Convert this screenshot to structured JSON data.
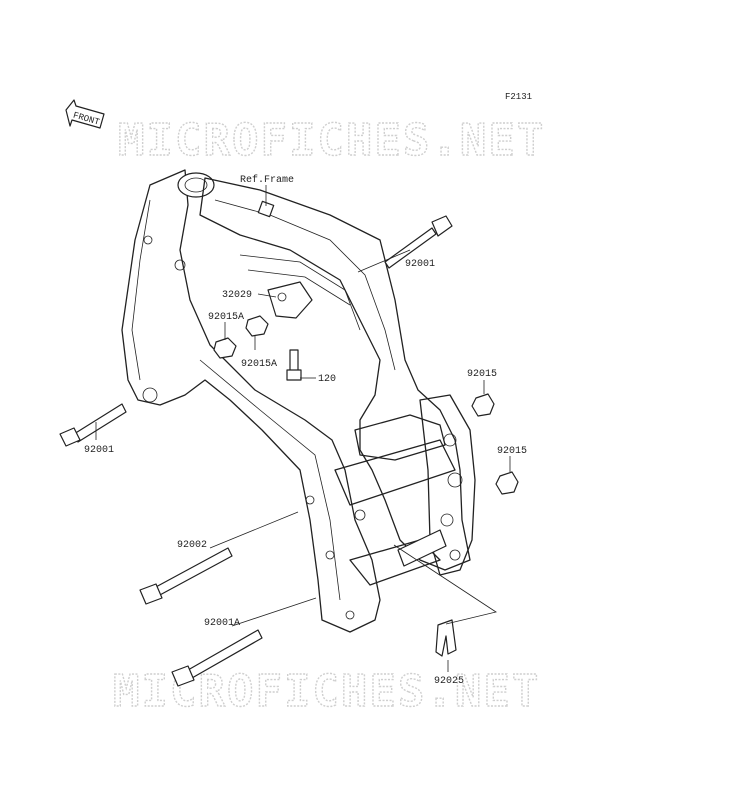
{
  "figure_code": "F2131",
  "front_label": "FRONT",
  "watermark": "MICROFICHES.NET",
  "callouts": {
    "ref_frame": "Ref.Frame",
    "p92001_top": "92001",
    "p32029": "32029",
    "p92015A_left": "92015A",
    "p92015A_right": "92015A",
    "p120": "120",
    "p92015_upper": "92015",
    "p92015_lower": "92015",
    "p92001_left": "92001",
    "p92002": "92002",
    "p92001A": "92001A",
    "p92025": "92025"
  }
}
